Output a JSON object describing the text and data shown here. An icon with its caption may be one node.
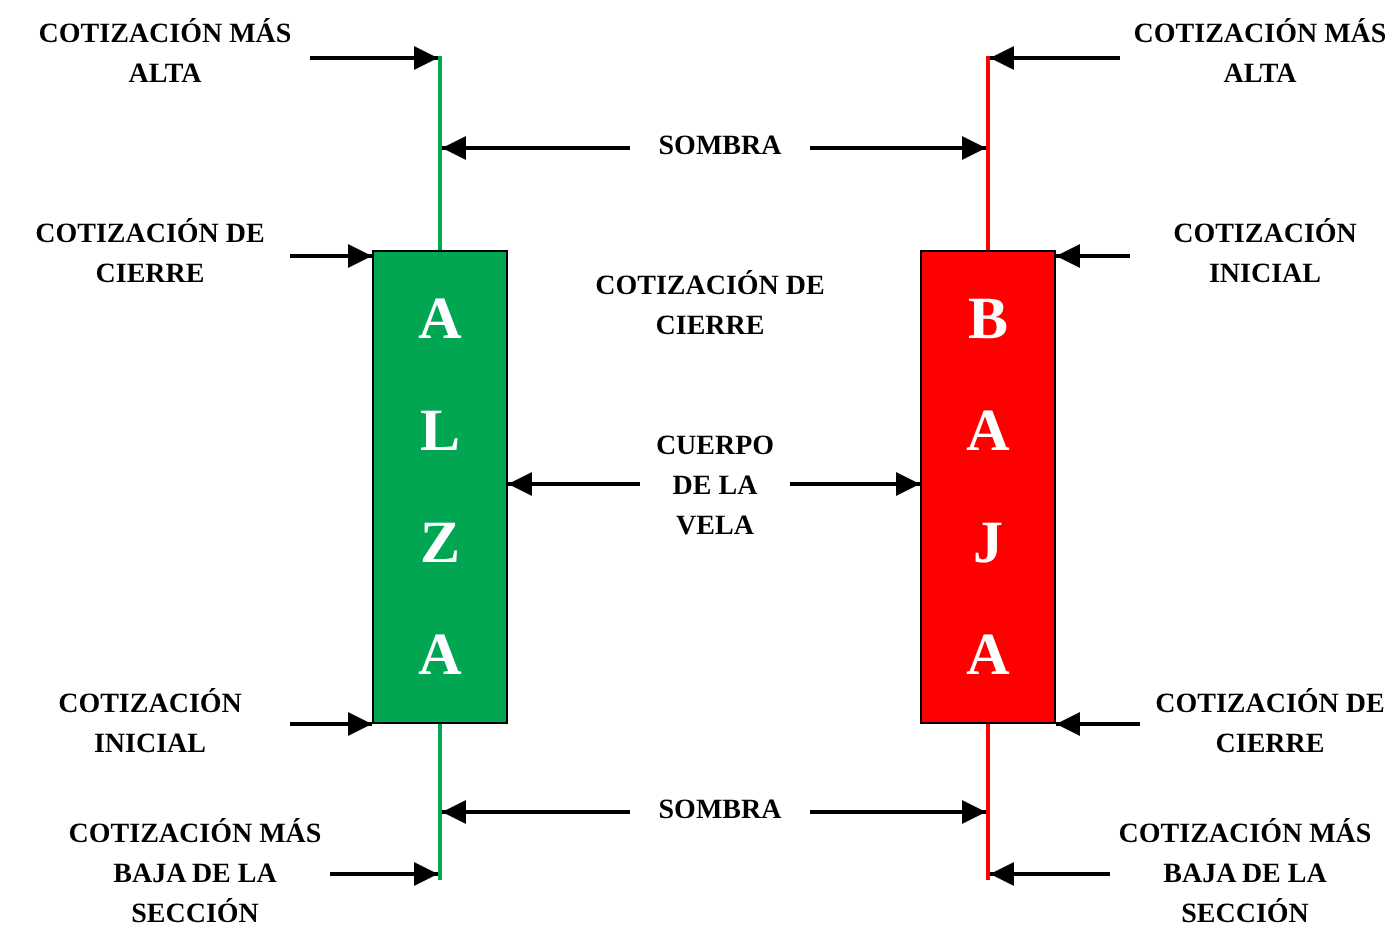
{
  "diagram": {
    "nodes": [
      {
        "text": [
          "COTIZACIÓN MÁS ALTA"
        ]
      },
      {
        "text": [
          "COTIZACIÓN MÁS ALTA"
        ]
      },
      {
        "text": [],
        "shape": "bar"
      },
      {
        "text": [],
        "shape": "bar"
      },
      {
        "text": [
          "SOMBRA"
        ]
      },
      {
        "text": [
          "COTIZACIÓN DE CIERRE"
        ]
      },
      {
        "text": [
          "COTIZACIÓN INICIAL"
        ]
      },
      {
        "text": [
          "ALZA"
        ]
      },
      {
        "text": [
          "BAJA"
        ]
      },
      {
        "text": [
          "CUERPO DE LA VELA"
        ]
      },
      {
        "text": [
          "COTIZACIÓN INICIAL"
        ]
      },
      {
        "text": [
          "COTIZACIÓN DE CIERRE"
        ]
      },
      {
        "text": [],
        "shape": "bar"
      },
      {
        "text": [],
        "shape": "bar"
      },
      {
        "text": [
          "SOMBRA"
        ]
      },
      {
        "text": [
          "COTIZACIÓN MÁS BAJA DE LA SECCIÓN"
        ]
      },
      {
        "text": [
          "COTIZACIÓN MÁS BAJA DE LA SECCIÓN"
        ]
      }
    ],
    "edges": [
      {
        "from": 0,
        "to": 2,
        "arrow": "to"
      },
      {
        "from": 1,
        "to": 3,
        "arrow": "to"
      },
      {
        "from": 4,
        "to": 2,
        "arrow": "to"
      },
      {
        "from": 4,
        "to": 3,
        "arrow": "to"
      },
      {
        "from": 5,
        "to": 7,
        "arrow": "to"
      },
      {
        "from": 6,
        "to": 8,
        "arrow": "to"
      },
      {
        "from": 9,
        "to": 7,
        "arrow": "to"
      },
      {
        "from": 9,
        "to": 8,
        "arrow": "to"
      },
      {
        "from": 10,
        "to": 7,
        "arrow": "to"
      },
      {
        "from": 11,
        "to": 8,
        "arrow": "to"
      },
      {
        "from": 14,
        "to": 12,
        "arrow": "to"
      },
      {
        "from": 14,
        "to": 13,
        "arrow": "to"
      },
      {
        "from": 15,
        "to": 12,
        "arrow": "to"
      },
      {
        "from": 16,
        "to": 13,
        "arrow": "to"
      }
    ],
    "labels": [
      "COTIZACIÓN DE CIERRE"
    ]
  }
}
